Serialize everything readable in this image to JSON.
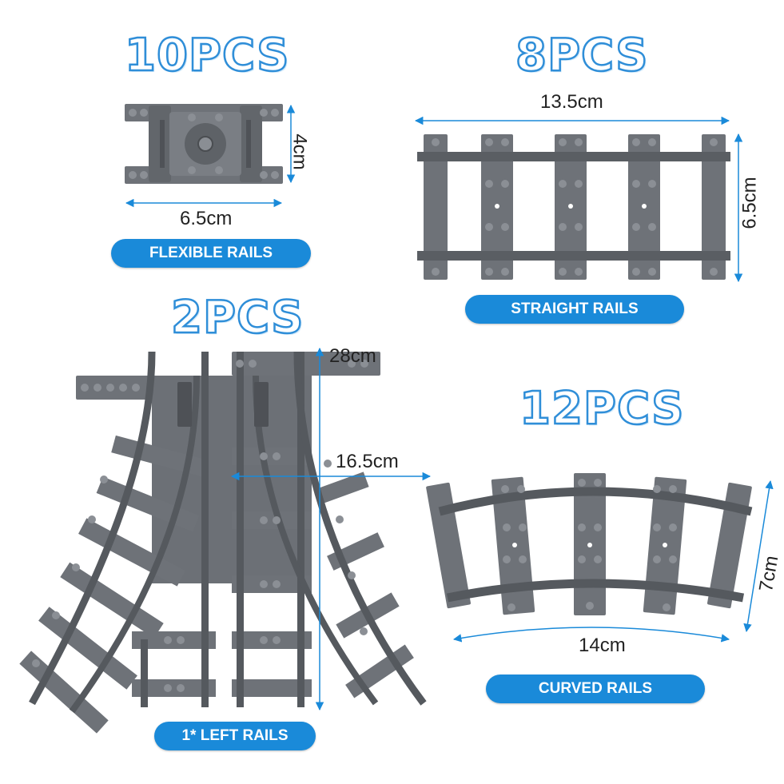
{
  "colors": {
    "accent": "#1a8ad9",
    "heading_stroke": "#2f8ed8",
    "rail_gray": "#6e7278",
    "rail_dark": "#55595e",
    "dimension_line": "#1a8ad9"
  },
  "flexible": {
    "quantity": "10PCS",
    "label": "FLEXIBLE RAILS",
    "width_dim": "6.5cm",
    "height_dim": "4cm"
  },
  "straight": {
    "quantity": "8PCS",
    "label": "STRAIGHT RAILS",
    "width_dim": "13.5cm",
    "height_dim": "6.5cm"
  },
  "switch": {
    "quantity": "2PCS",
    "label": "1* LEFT RAILS",
    "height_dim": "28cm",
    "width_dim": "16.5cm"
  },
  "curved": {
    "quantity": "12PCS",
    "label": "CURVED RAILS",
    "width_dim": "14cm",
    "height_dim": "7cm"
  }
}
